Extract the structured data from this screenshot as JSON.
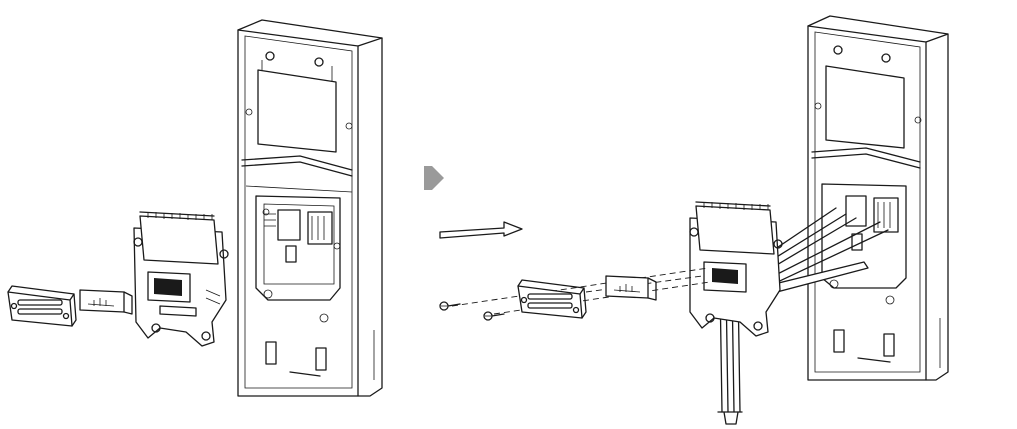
{
  "figure": {
    "arrow_direction": "right",
    "panels": [
      "disassembled",
      "wired-assembly"
    ],
    "colors": {
      "line": "#1a1a1a",
      "fill": "#ffffff",
      "arrow": "#9a9a9a"
    },
    "icons": [
      "step-arrow-icon",
      "direction-arrow-icon",
      "screw-icon"
    ]
  }
}
